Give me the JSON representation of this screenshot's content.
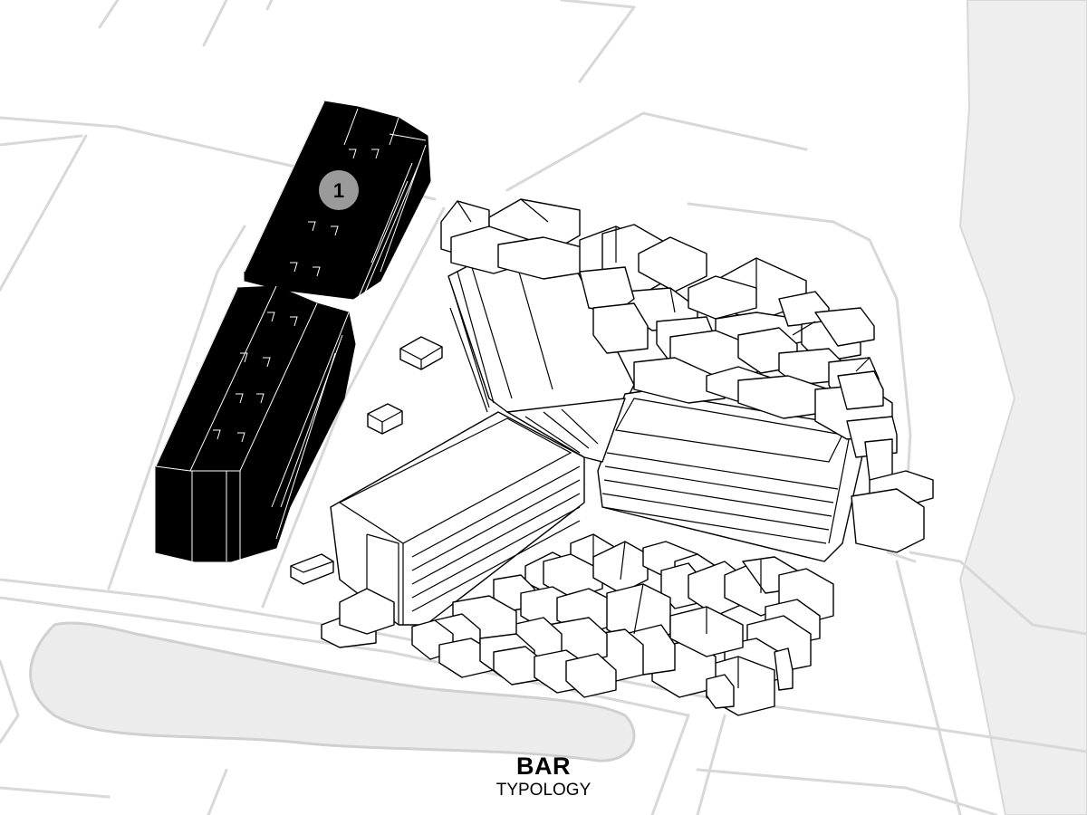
{
  "caption": {
    "title": "BAR",
    "subtitle": "TYPOLOGY"
  },
  "marker": {
    "label": "1"
  },
  "colors": {
    "highlight_building": "#000000",
    "context_building": "#ffffff",
    "road_line": "#d8d8d8",
    "water_body": "#e8e8e8",
    "marker_fill": "#9a9a9a"
  }
}
